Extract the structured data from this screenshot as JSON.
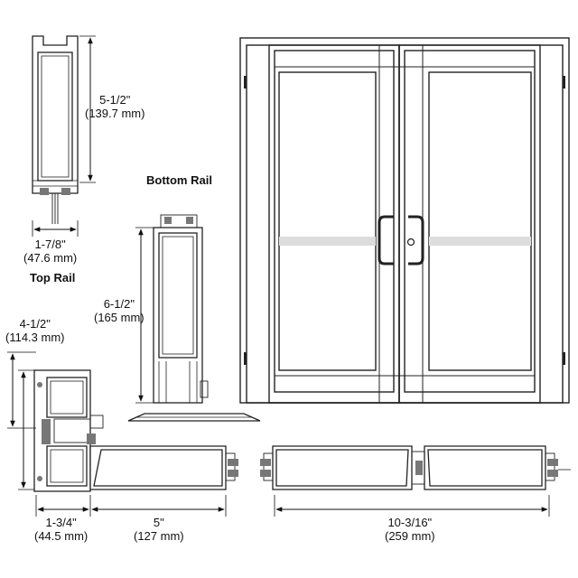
{
  "top_rail": {
    "title": "Top Rail",
    "height_in": "5-1/2\"",
    "height_mm": "(139.7 mm)",
    "width_in": "1-7/8\"",
    "width_mm": "(47.6 mm)"
  },
  "bottom_rail": {
    "title": "Bottom Rail",
    "height_in": "6-1/2\"",
    "height_mm": "(165 mm)"
  },
  "stile": {
    "height_in": "4-1/2\"",
    "height_mm": "(114.3 mm)",
    "depth_in": "1-3/4\"",
    "depth_mm": "(44.5 mm)",
    "width_in": "5\"",
    "width_mm": "(127 mm)"
  },
  "meeting_stile": {
    "width_in": "10-3/16\"",
    "width_mm": "(259 mm)"
  },
  "colors": {
    "line": "#222222",
    "frame_fill": "#ffffff",
    "glass_line": "#555555",
    "push_bar": "#dddddd"
  }
}
